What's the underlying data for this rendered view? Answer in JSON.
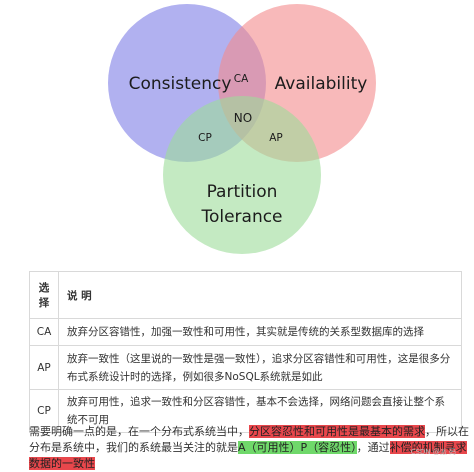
{
  "diagram": {
    "circles": [
      {
        "label": "Consistency",
        "color": "#7d7de6"
      },
      {
        "label": "Availability",
        "color": "#f48a8c"
      },
      {
        "label": "Partition",
        "label2": "Tolerance",
        "color": "#9ddc9a"
      }
    ],
    "intersections": {
      "ca": "CA",
      "cp": "CP",
      "ap": "AP",
      "center": "NO"
    },
    "center_color": "#e02020"
  },
  "table": {
    "headers": {
      "col1": "选择",
      "col2": "说 明"
    },
    "rows": [
      {
        "option": "CA",
        "desc": "放弃分区容错性，加强一致性和可用性，其实就是传统的关系型数据库的选择"
      },
      {
        "option": "AP",
        "desc": "放弃一致性（这里说的一致性是强一致性），追求分区容错性和可用性，这是很多分布式系统设计时的选择，例如很多NoSQL系统就是如此"
      },
      {
        "option": "CP",
        "desc": "放弃可用性，追求一致性和分区容错性，基本不会选择，网络问题会直接让整个系统不可用"
      }
    ]
  },
  "paragraph": {
    "part1": "需要明确一点的是，在一个分布式系统当中，",
    "highlight1": "分区容忍性和可用性是最基本的需求",
    "part2": "，所以在分布是系统中，我们的系统最当关注的就是",
    "highlight2": "A（可用性）P（容忍性）",
    "part3": "，通过",
    "highlight3": "补偿的机制寻求数据的一致性",
    "colors": {
      "red": "#e8474c",
      "green": "#6fd86a"
    }
  },
  "watermark": "CSDN @派  码"
}
